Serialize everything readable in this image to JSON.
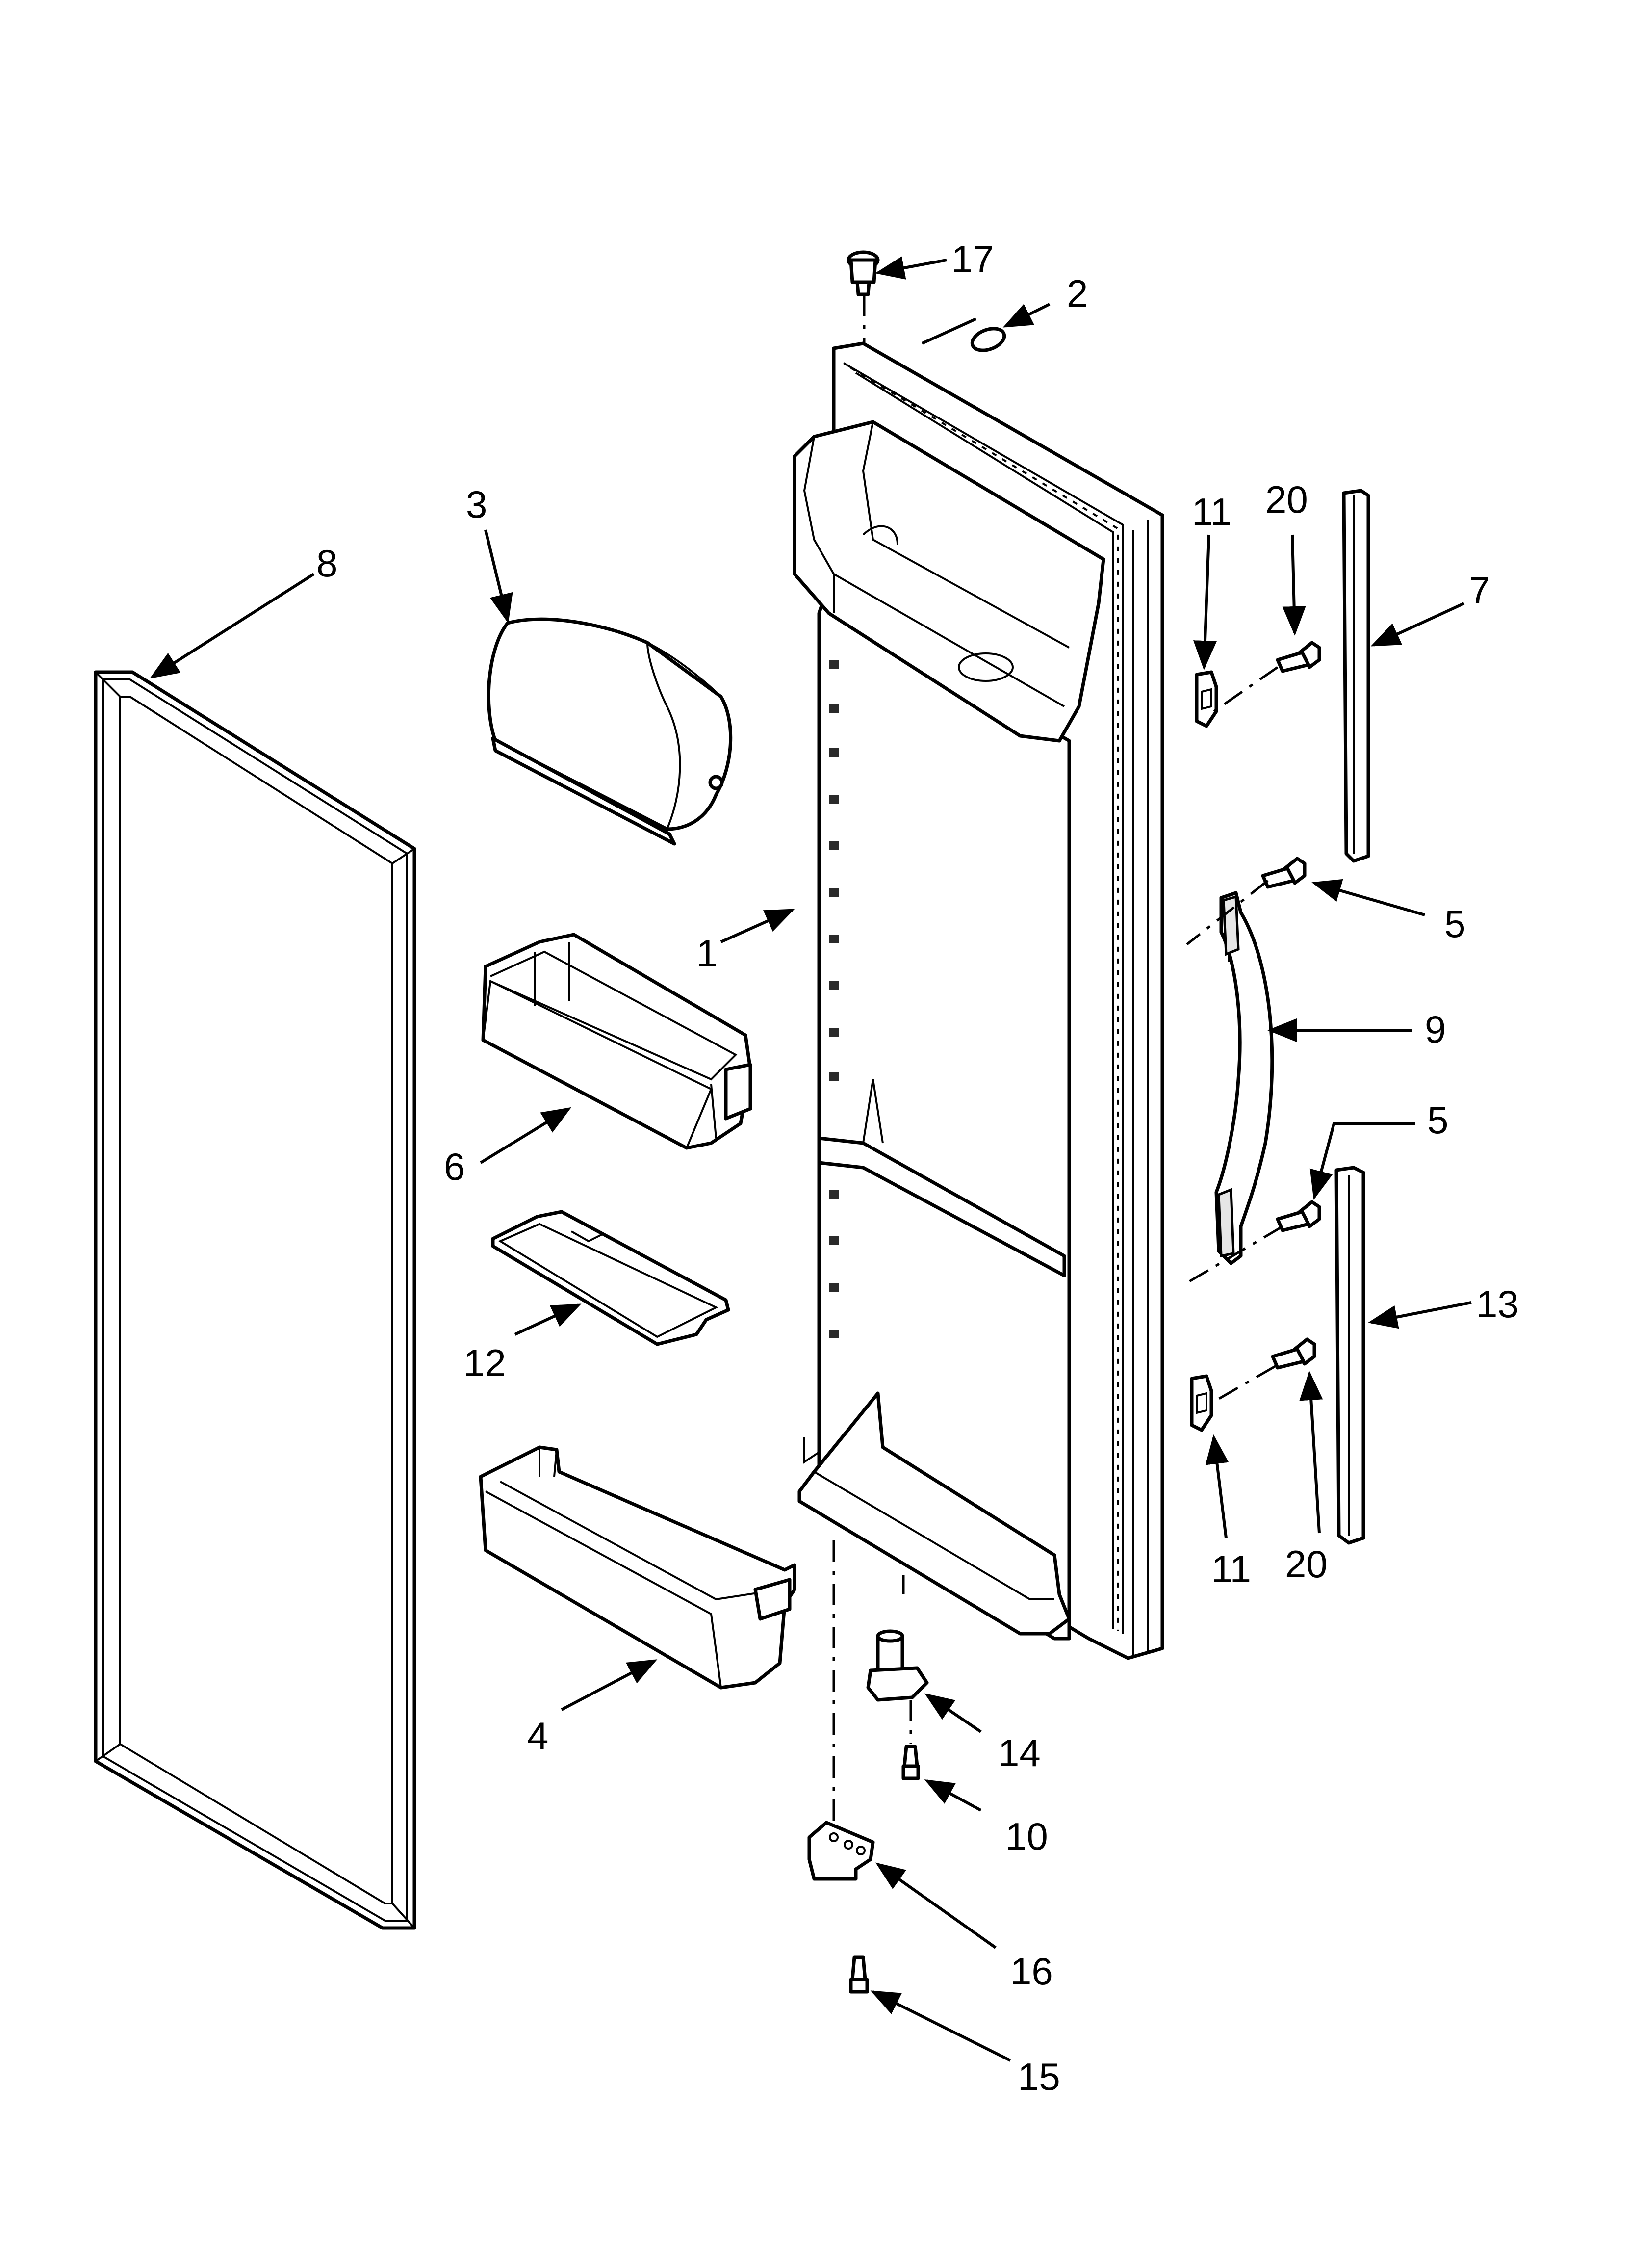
{
  "diagram": {
    "callouts": {
      "p1": "1",
      "p2": "2",
      "p3": "3",
      "p4": "4",
      "p5a": "5",
      "p5b": "5",
      "p6": "6",
      "p7": "7",
      "p8": "8",
      "p9": "9",
      "p10": "10",
      "p11a": "11",
      "p11b": "11",
      "p12": "12",
      "p13": "13",
      "p14": "14",
      "p15": "15",
      "p16": "16",
      "p17": "17",
      "p20a": "20",
      "p20b": "20"
    }
  }
}
